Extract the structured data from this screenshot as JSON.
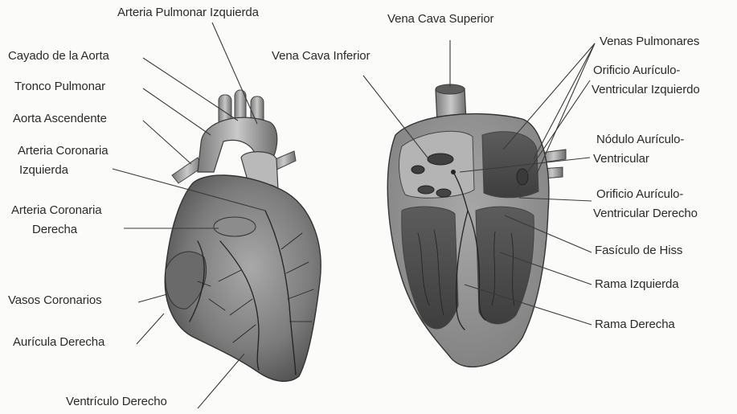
{
  "labels": {
    "arteria_pulmonar_izquierda": "Arteria Pulmonar Izquierda",
    "cayado_aorta": "Cayado de la Aorta",
    "tronco_pulmonar": "Tronco Pulmonar",
    "aorta_ascendente": "Aorta Ascendente",
    "arteria_coronaria_izquierda_1": "Arteria Coronaria",
    "arteria_coronaria_izquierda_2": "Izquierda",
    "arteria_coronaria_derecha_1": "Arteria Coronaria",
    "arteria_coronaria_derecha_2": "Derecha",
    "vasos_coronarios": "Vasos Coronarios",
    "auricula_derecha": "Aurícula Derecha",
    "ventriculo_derecho": "Ventrículo Derecho",
    "vena_cava_superior": "Vena Cava Superior",
    "vena_cava_inferior": "Vena Cava Inferior",
    "venas_pulmonares": "Venas Pulmonares",
    "orificio_av_izquierdo_1": "Orificio Aurículo-",
    "orificio_av_izquierdo_2": "Ventricular Izquierdo",
    "nodulo_av_1": "Nódulo Aurículo-",
    "nodulo_av_2": "Ventricular",
    "orificio_av_derecho_1": "Orificio Aurículo-",
    "orificio_av_derecho_2": "Ventricular Derecho",
    "fasciculo_hiss": "Fasículo de Hiss",
    "rama_izquierda": "Rama Izquierda",
    "rama_derecha": "Rama Derecha"
  }
}
